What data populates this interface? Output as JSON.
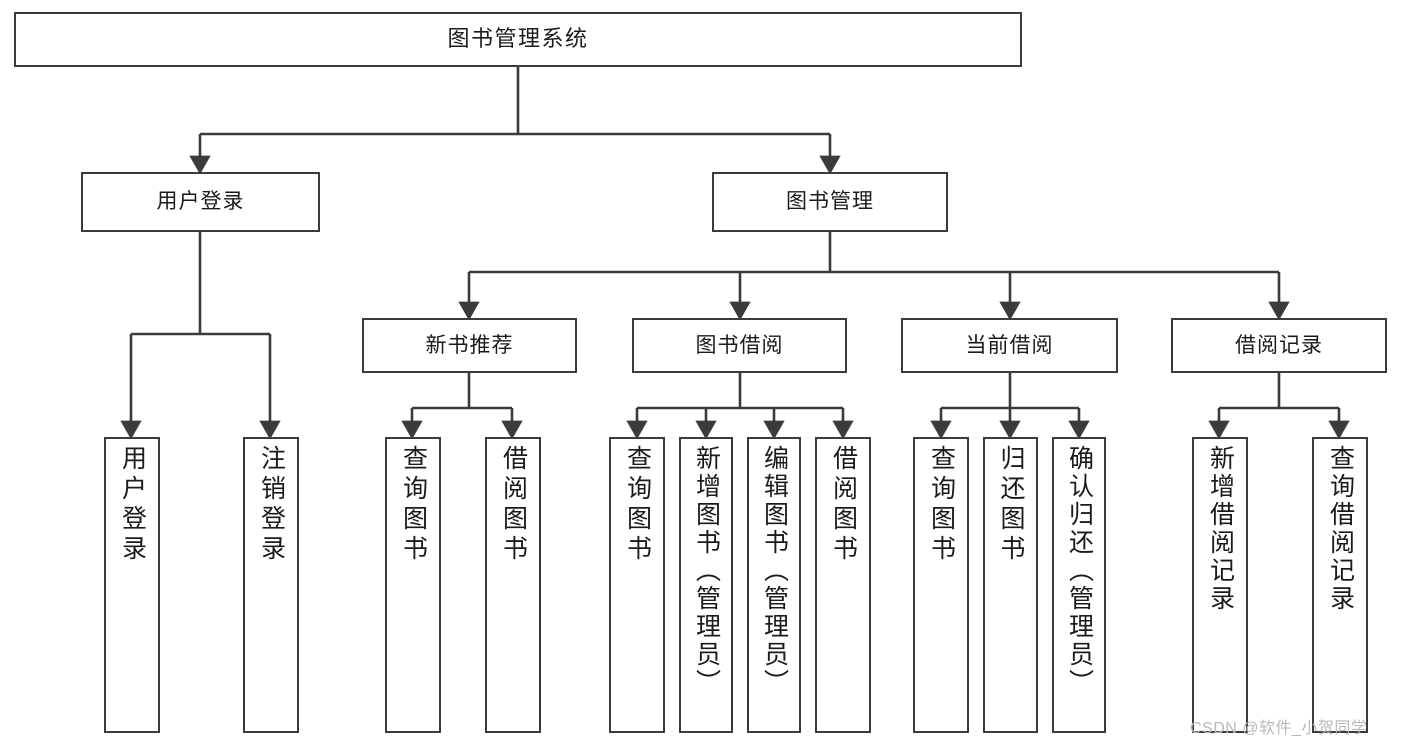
{
  "diagram": {
    "title": "图书管理系统",
    "root": {
      "label": "图书管理系统"
    },
    "level2": [
      {
        "label": "用户登录"
      },
      {
        "label": "图书管理"
      }
    ],
    "level3": [
      {
        "label": "新书推荐"
      },
      {
        "label": "图书借阅"
      },
      {
        "label": "当前借阅"
      },
      {
        "label": "借阅记录"
      }
    ],
    "leaves": [
      {
        "label": "用户登录",
        "parent": "用户登录"
      },
      {
        "label": "注销登录",
        "parent": "用户登录"
      },
      {
        "label": "查询图书",
        "parent": "新书推荐"
      },
      {
        "label": "借阅图书",
        "parent": "新书推荐"
      },
      {
        "label": "查询图书",
        "parent": "图书借阅"
      },
      {
        "label": "新增图书（管理员）",
        "parent": "图书借阅"
      },
      {
        "label": "编辑图书（管理员）",
        "parent": "图书借阅"
      },
      {
        "label": "借阅图书",
        "parent": "图书借阅"
      },
      {
        "label": "查询图书",
        "parent": "当前借阅"
      },
      {
        "label": "归还图书",
        "parent": "当前借阅"
      },
      {
        "label": "确认归还（管理员）",
        "parent": "当前借阅"
      },
      {
        "label": "新增借阅记录",
        "parent": "借阅记录"
      },
      {
        "label": "查询借阅记录",
        "parent": "借阅记录"
      }
    ]
  },
  "watermark": {
    "text": "CSDN @软件_小贺同学"
  },
  "colors": {
    "stroke": "#3b3b3b",
    "background": "#ffffff",
    "text": "#1b1b1b",
    "watermark": "#b9b9b9"
  }
}
